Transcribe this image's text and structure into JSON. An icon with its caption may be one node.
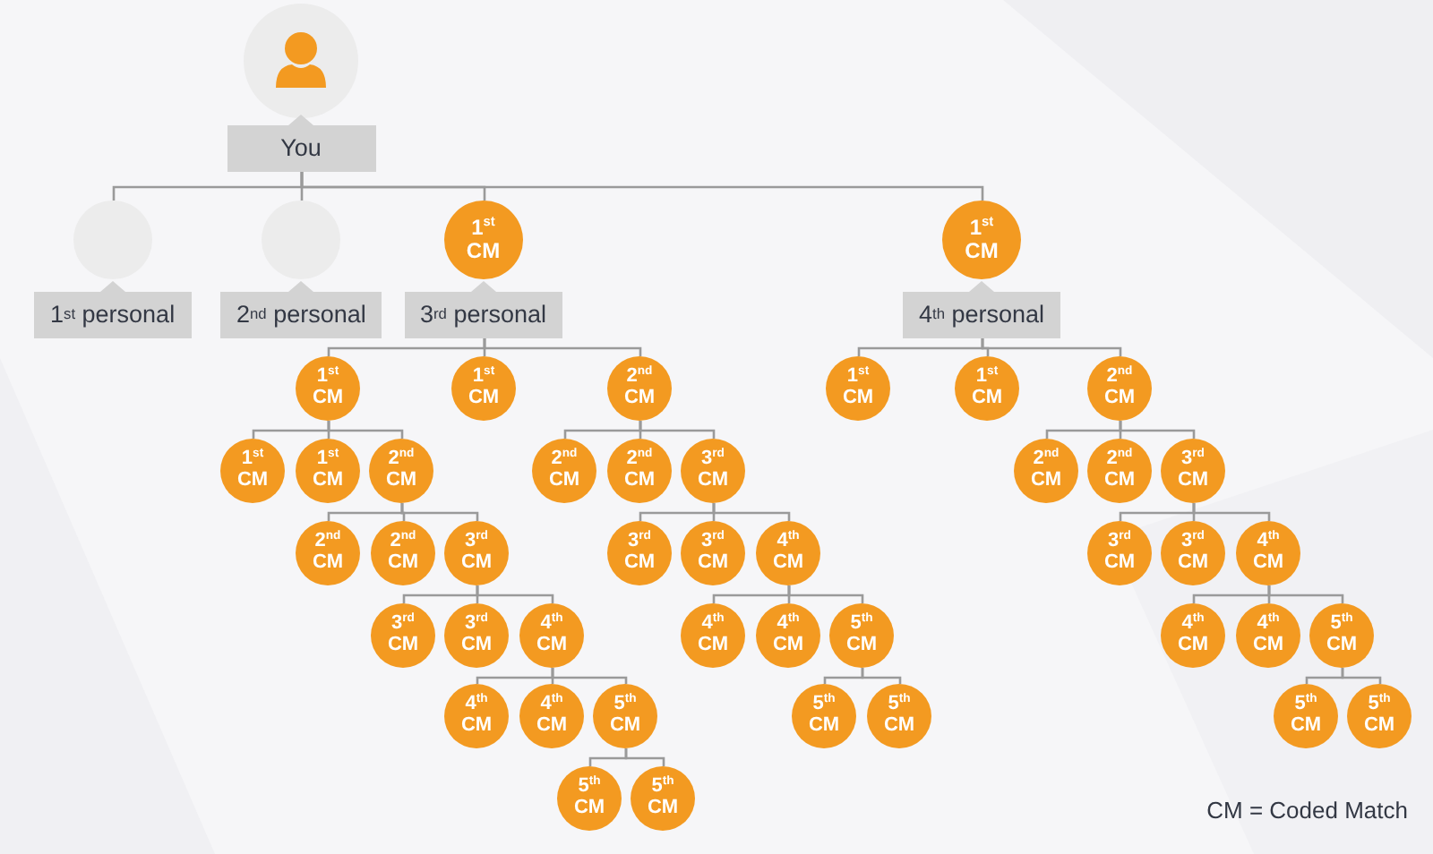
{
  "diagram": {
    "nodes": [
      {
        "text": [
          "You"
        ]
      },
      {
        "text": [
          "1$^{st}$ personal"
        ]
      },
      {
        "text": [
          "2$^{nd}$ personal"
        ]
      },
      {
        "text": [
          "1$^{st}$ CM",
          "3$^{rd}$ personal"
        ]
      },
      {
        "text": [
          "1$^{st}$ CM",
          "4$^{th}$ personal"
        ]
      },
      {
        "text": [
          "1$^{st}$ CM"
        ]
      },
      {
        "text": [
          "1$^{st}$ CM"
        ]
      },
      {
        "text": [
          "2$^{nd}$ CM"
        ]
      },
      {
        "text": [
          "1$^{st}$ CM"
        ]
      },
      {
        "text": [
          "1$^{st}$ CM"
        ]
      },
      {
        "text": [
          "2$^{nd}$ CM"
        ]
      },
      {
        "text": [
          "1$^{st}$ CM"
        ]
      },
      {
        "text": [
          "1$^{st}$ CM"
        ]
      },
      {
        "text": [
          "2$^{nd}$ CM"
        ]
      },
      {
        "text": [
          "2$^{nd}$ CM"
        ]
      },
      {
        "text": [
          "2$^{nd}$ CM"
        ]
      },
      {
        "text": [
          "3$^{rd}$ CM"
        ]
      },
      {
        "text": [
          "2$^{nd}$ CM"
        ]
      },
      {
        "text": [
          "2$^{nd}$ CM"
        ]
      },
      {
        "text": [
          "3$^{rd}$ CM"
        ]
      },
      {
        "text": [
          "2$^{nd}$ CM"
        ]
      },
      {
        "text": [
          "2$^{nd}$ CM"
        ]
      },
      {
        "text": [
          "3$^{rd}$ CM"
        ]
      },
      {
        "text": [
          "3$^{rd}$ CM"
        ]
      },
      {
        "text": [
          "3$^{rd}$ CM"
        ]
      },
      {
        "text": [
          "4$^{th}$ CM"
        ]
      },
      {
        "text": [
          "3$^{rd}$ CM"
        ]
      },
      {
        "text": [
          "3$^{rd}$ CM"
        ]
      },
      {
        "text": [
          "4$^{th}$ CM"
        ]
      },
      {
        "text": [
          "3$^{rd}$ CM"
        ]
      },
      {
        "text": [
          "3$^{rd}$ CM"
        ]
      },
      {
        "text": [
          "4$^{th}$ CM"
        ]
      },
      {
        "text": [
          "4$^{th}$ CM"
        ]
      },
      {
        "text": [
          "4$^{th}$ CM"
        ]
      },
      {
        "text": [
          "5$^{th}$ CM"
        ]
      },
      {
        "text": [
          "4$^{th}$ CM"
        ]
      },
      {
        "text": [
          "4$^{th}$ CM"
        ]
      },
      {
        "text": [
          "5$^{th}$ CM"
        ]
      },
      {
        "text": [
          "4$^{th}$ CM"
        ]
      },
      {
        "text": [
          "4$^{th}$ CM"
        ]
      },
      {
        "text": [
          "5$^{th}$ CM"
        ]
      },
      {
        "text": [
          "5$^{th}$ CM"
        ]
      },
      {
        "text": [
          "5$^{th}$ CM"
        ]
      },
      {
        "text": [
          "5$^{th}$ CM"
        ]
      },
      {
        "text": [
          "5$^{th}$ CM"
        ]
      },
      {
        "text": [
          "5$^{th}$ CM"
        ]
      },
      {
        "text": [
          "5$^{th}$ CM"
        ]
      }
    ],
    "edges": [
      {
        "from": 0,
        "to": 1,
        "arrow": "none"
      },
      {
        "from": 0,
        "to": 2,
        "arrow": "none"
      },
      {
        "from": 0,
        "to": 3,
        "arrow": "none"
      },
      {
        "from": 0,
        "to": 4,
        "arrow": "none"
      },
      {
        "from": 3,
        "to": 5,
        "arrow": "none"
      },
      {
        "from": 3,
        "to": 6,
        "arrow": "none"
      },
      {
        "from": 3,
        "to": 7,
        "arrow": "none"
      },
      {
        "from": 4,
        "to": 8,
        "arrow": "none"
      },
      {
        "from": 4,
        "to": 9,
        "arrow": "none"
      },
      {
        "from": 4,
        "to": 10,
        "arrow": "none"
      },
      {
        "from": 5,
        "to": 11,
        "arrow": "none"
      },
      {
        "from": 5,
        "to": 12,
        "arrow": "none"
      },
      {
        "from": 5,
        "to": 13,
        "arrow": "none"
      },
      {
        "from": 7,
        "to": 14,
        "arrow": "none"
      },
      {
        "from": 7,
        "to": 15,
        "arrow": "none"
      },
      {
        "from": 7,
        "to": 16,
        "arrow": "none"
      },
      {
        "from": 10,
        "to": 17,
        "arrow": "none"
      },
      {
        "from": 10,
        "to": 18,
        "arrow": "none"
      },
      {
        "from": 10,
        "to": 19,
        "arrow": "none"
      },
      {
        "from": 13,
        "to": 20,
        "arrow": "none"
      },
      {
        "from": 13,
        "to": 21,
        "arrow": "none"
      },
      {
        "from": 13,
        "to": 22,
        "arrow": "none"
      },
      {
        "from": 16,
        "to": 23,
        "arrow": "none"
      },
      {
        "from": 16,
        "to": 24,
        "arrow": "none"
      },
      {
        "from": 16,
        "to": 25,
        "arrow": "none"
      },
      {
        "from": 19,
        "to": 26,
        "arrow": "none"
      },
      {
        "from": 19,
        "to": 27,
        "arrow": "none"
      },
      {
        "from": 19,
        "to": 28,
        "arrow": "none"
      },
      {
        "from": 22,
        "to": 29,
        "arrow": "none"
      },
      {
        "from": 22,
        "to": 30,
        "arrow": "none"
      },
      {
        "from": 22,
        "to": 31,
        "arrow": "none"
      },
      {
        "from": 25,
        "to": 32,
        "arrow": "none"
      },
      {
        "from": 25,
        "to": 33,
        "arrow": "none"
      },
      {
        "from": 25,
        "to": 34,
        "arrow": "none"
      },
      {
        "from": 28,
        "to": 35,
        "arrow": "none"
      },
      {
        "from": 28,
        "to": 36,
        "arrow": "none"
      },
      {
        "from": 28,
        "to": 37,
        "arrow": "none"
      },
      {
        "from": 31,
        "to": 38,
        "arrow": "none"
      },
      {
        "from": 31,
        "to": 39,
        "arrow": "none"
      },
      {
        "from": 31,
        "to": 40,
        "arrow": "none"
      },
      {
        "from": 34,
        "to": 41,
        "arrow": "none"
      },
      {
        "from": 34,
        "to": 42,
        "arrow": "none"
      },
      {
        "from": 37,
        "to": 43,
        "arrow": "none"
      },
      {
        "from": 37,
        "to": 44,
        "arrow": "none"
      },
      {
        "from": 40,
        "to": 45,
        "arrow": "none"
      },
      {
        "from": 40,
        "to": 46,
        "arrow": "none"
      }
    ],
    "labels": [
      "CM = Coded Match"
    ]
  }
}
